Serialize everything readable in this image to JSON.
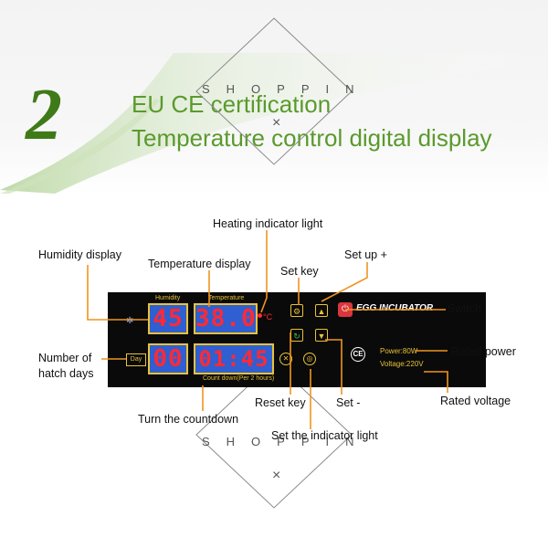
{
  "header": {
    "step_number": "2",
    "line1": "EU CE certification",
    "line2": "Temperature control digital display"
  },
  "watermark": {
    "text": "SHOPPIN",
    "mark": "×"
  },
  "panel": {
    "humidity_caption": "Humidity",
    "humidity_value": "45",
    "temperature_caption": "Temperature",
    "temperature_value": "38.0",
    "temperature_unit": "°C",
    "days_value": "00",
    "countdown_value": "01:45",
    "countdown_caption": "Count down(Per 2 hours)",
    "day_label": "Day",
    "brand": "EGG INCUBATOR",
    "ce_mark": "CE",
    "power_spec": "Power:80W",
    "voltage_spec": "Voltage:220V"
  },
  "labels": {
    "heating_indicator": "Heating indicator light",
    "humidity_display": "Humidity display",
    "temperature_display": "Temperature display",
    "set_key": "Set key",
    "set_up": "Set up +",
    "switch": "Switch",
    "number_of": "Number of",
    "hatch_days": "hatch days",
    "rated_power": "Rated power",
    "rated_voltage": "Rated voltage",
    "reset_key": "Reset key",
    "set_minus": "Set -",
    "turn_countdown": "Turn the countdown",
    "set_indicator": "Set the indicator light"
  },
  "colors": {
    "title_green": "#5a9a2c",
    "accent_orange": "#f0941e",
    "panel_black": "#0a0a0a",
    "display_blue": "#2f5fd0",
    "digit_red": "#ff2a36",
    "frame_gold": "#e8c23a"
  }
}
